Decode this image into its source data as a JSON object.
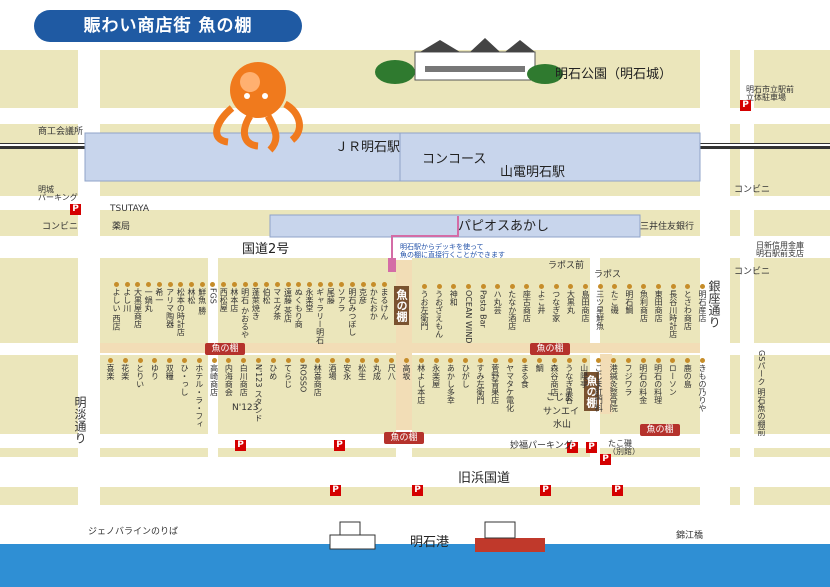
{
  "title": "賑わい商店街 魚の棚",
  "landmarks": {
    "park": "明石公園（明石城）",
    "jr_station": "ＪＲ明石駅",
    "concourse": "コンコース",
    "sanyo_station": "山電明石駅",
    "pavio": "パピオスあかし",
    "route2": "国道2号",
    "old_hama": "旧浜国道",
    "port": "明石港",
    "ginza": "銀座通り",
    "meitan": "明淡通り",
    "note": "明石駅からデッキを使って\n魚の棚に直接行くことができます",
    "uonotana_label": "魚の棚"
  },
  "labels": {
    "shoko": "商工会議所",
    "meijo_parking": "明城\nパーキング",
    "tsutaya": "TSUTAYA",
    "conv": "コンビニ",
    "drug": "薬局",
    "sanjusumitomo": "三井住友銀行",
    "nikko_shinyo": "日新信用金庫\n明石駅前支店",
    "akashi_parking": "明石市立駅前\n立体駐車場",
    "labos_mae": "ラポス前",
    "labos": "ラポス",
    "myoyu_parking": "妙福パーキング",
    "jenova": "ジェノバラインのりば",
    "nishikibashi": "錦江橋",
    "koji": "こじま",
    "sanei": "サンエイ",
    "mizuyama": "水山",
    "tako_betsukan": "たこ磯\n（別館）"
  },
  "shops_upper": [
    "よしい 西店",
    "よし川",
    "大黒屋商店",
    "一鍋丸",
    "希一",
    "アリマ陶器",
    "松本の時計店",
    "林松",
    "鮮魚 勝",
    "FGS",
    "西松屋",
    "林本店",
    "明石 かおるや",
    "蓬萊焼き",
    "伯松",
    "マエダ茶",
    "遠藤 茶店",
    "ぬくもり商",
    "永楽堂",
    "ギャラリー明石",
    "尾藤",
    "ソアラ",
    "明石みつぼし",
    "克彦",
    "かたおか",
    "まるけん"
  ],
  "shops_mid": [
    "うお左衛門",
    "うおざえもん",
    "神和",
    "OCEAN WIND",
    "Pasta Bar",
    "ハ丸芸",
    "たなか酒店",
    "座古商店",
    "よこ井",
    "つなぎ家",
    "大黒丸",
    "島田商店",
    "三ツ星鮮魚",
    "たこ磯",
    "明石鯛",
    "魚利商店",
    "東田商店",
    "長谷川時計店",
    "とさわ商店",
    "明石産店"
  ],
  "shops_lower": [
    "喜楽",
    "花楽",
    "とりい",
    "ゆり",
    "双糧",
    "ひ・っし",
    "ホテル・ラ・フィ",
    "高崎商店",
    "内海商会",
    "白川商店",
    "N'123 スタンド",
    "ひめ",
    "てらじ",
    "ROSSO",
    "林喜商店",
    "酒場",
    "安永",
    "松生",
    "丸成",
    "尺八",
    "高坂",
    "林よし本店",
    "永楽屋",
    "あかし多幸",
    "ひがし",
    "すみ左衛門",
    "菅野青果店",
    "ヤマタケ電化",
    "まる食",
    "鯛",
    "森谷商店",
    "うなぎ黒谷",
    "山陽亭",
    "こじま肛門科",
    "港鍼灸整骨院",
    "フジワラ",
    "明石の料金",
    "明石の料理",
    "ローソン",
    "鹿の島",
    "きもの乃りや"
  ],
  "gsp": "GSパーク 明石魚の棚前",
  "n123": "N'123",
  "colors": {
    "banner": "#1f5aa3",
    "station": "#c8d5ec",
    "road": "#e8e0a8",
    "market": "#b5322c",
    "sea": "#2f8fd4",
    "parking": "#d40000"
  }
}
